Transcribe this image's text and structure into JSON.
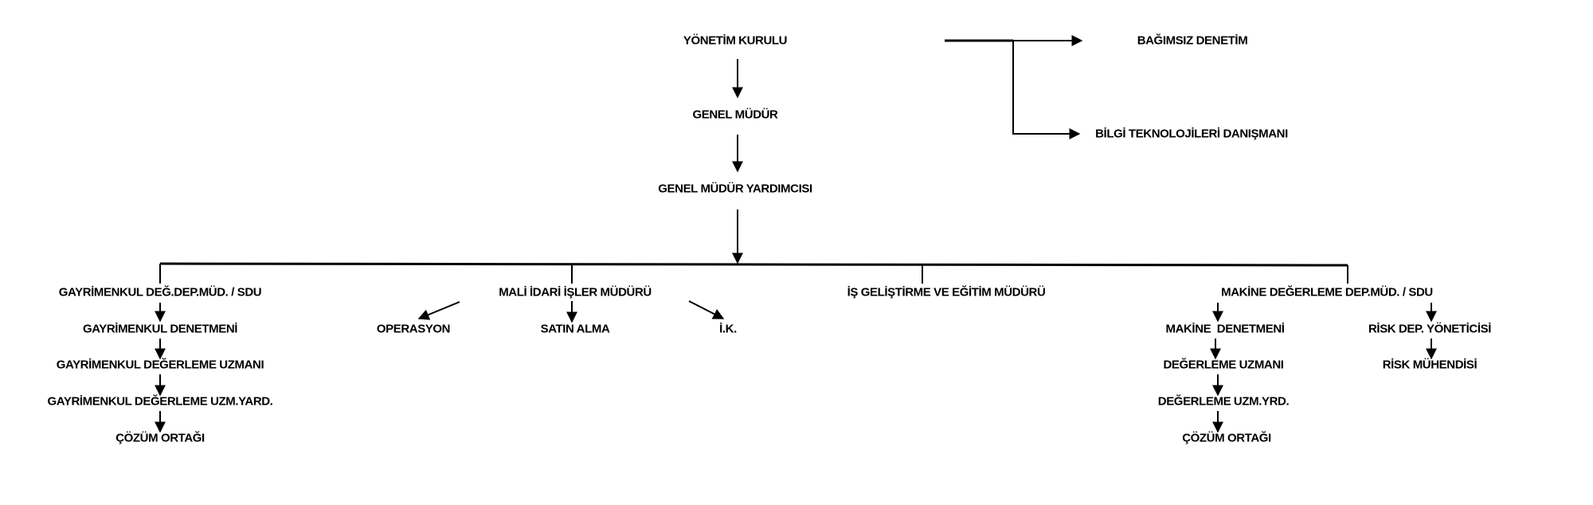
{
  "top": {
    "board": "YÖNETİM KURULU",
    "gm": "GENEL MÜDÜR",
    "gmy": "GENEL MÜDÜR YARDIMCISI",
    "independent_audit": "BAĞIMSIZ DENETİM",
    "it_consultant": "BİLGİ TEKNOLOJİLERİ DANIŞMANI"
  },
  "real_estate": {
    "head": "GAYRİMENKUL DEĞ.DEP.MÜD. / SDU",
    "items": [
      "GAYRİMENKUL DENETMENİ",
      "GAYRİMENKUL DEĞERLEME UZMANI",
      "GAYRİMENKUL DEĞERLEME UZM.YARD.",
      "ÇÖZÜM ORTAĞI"
    ]
  },
  "admin": {
    "head": "MALİ İDARİ İŞLER MÜDÜRÜ",
    "items": [
      "OPERASYON",
      "SATIN ALMA",
      "İ.K."
    ]
  },
  "bizdev": {
    "head": "İŞ GELİŞTİRME VE EĞİTİM MÜDÜRÜ"
  },
  "machine": {
    "head": "MAKİNE DEĞERLEME DEP.MÜD. / SDU",
    "items": [
      "MAKİNE  DENETMENİ",
      "DEĞERLEME UZMANI",
      "DEĞERLEME UZM.YRD.",
      "ÇÖZÜM ORTAĞI"
    ],
    "risk": [
      "RİSK DEP. YÖNETİCİSİ",
      "RİSK MÜHENDİSİ"
    ]
  }
}
